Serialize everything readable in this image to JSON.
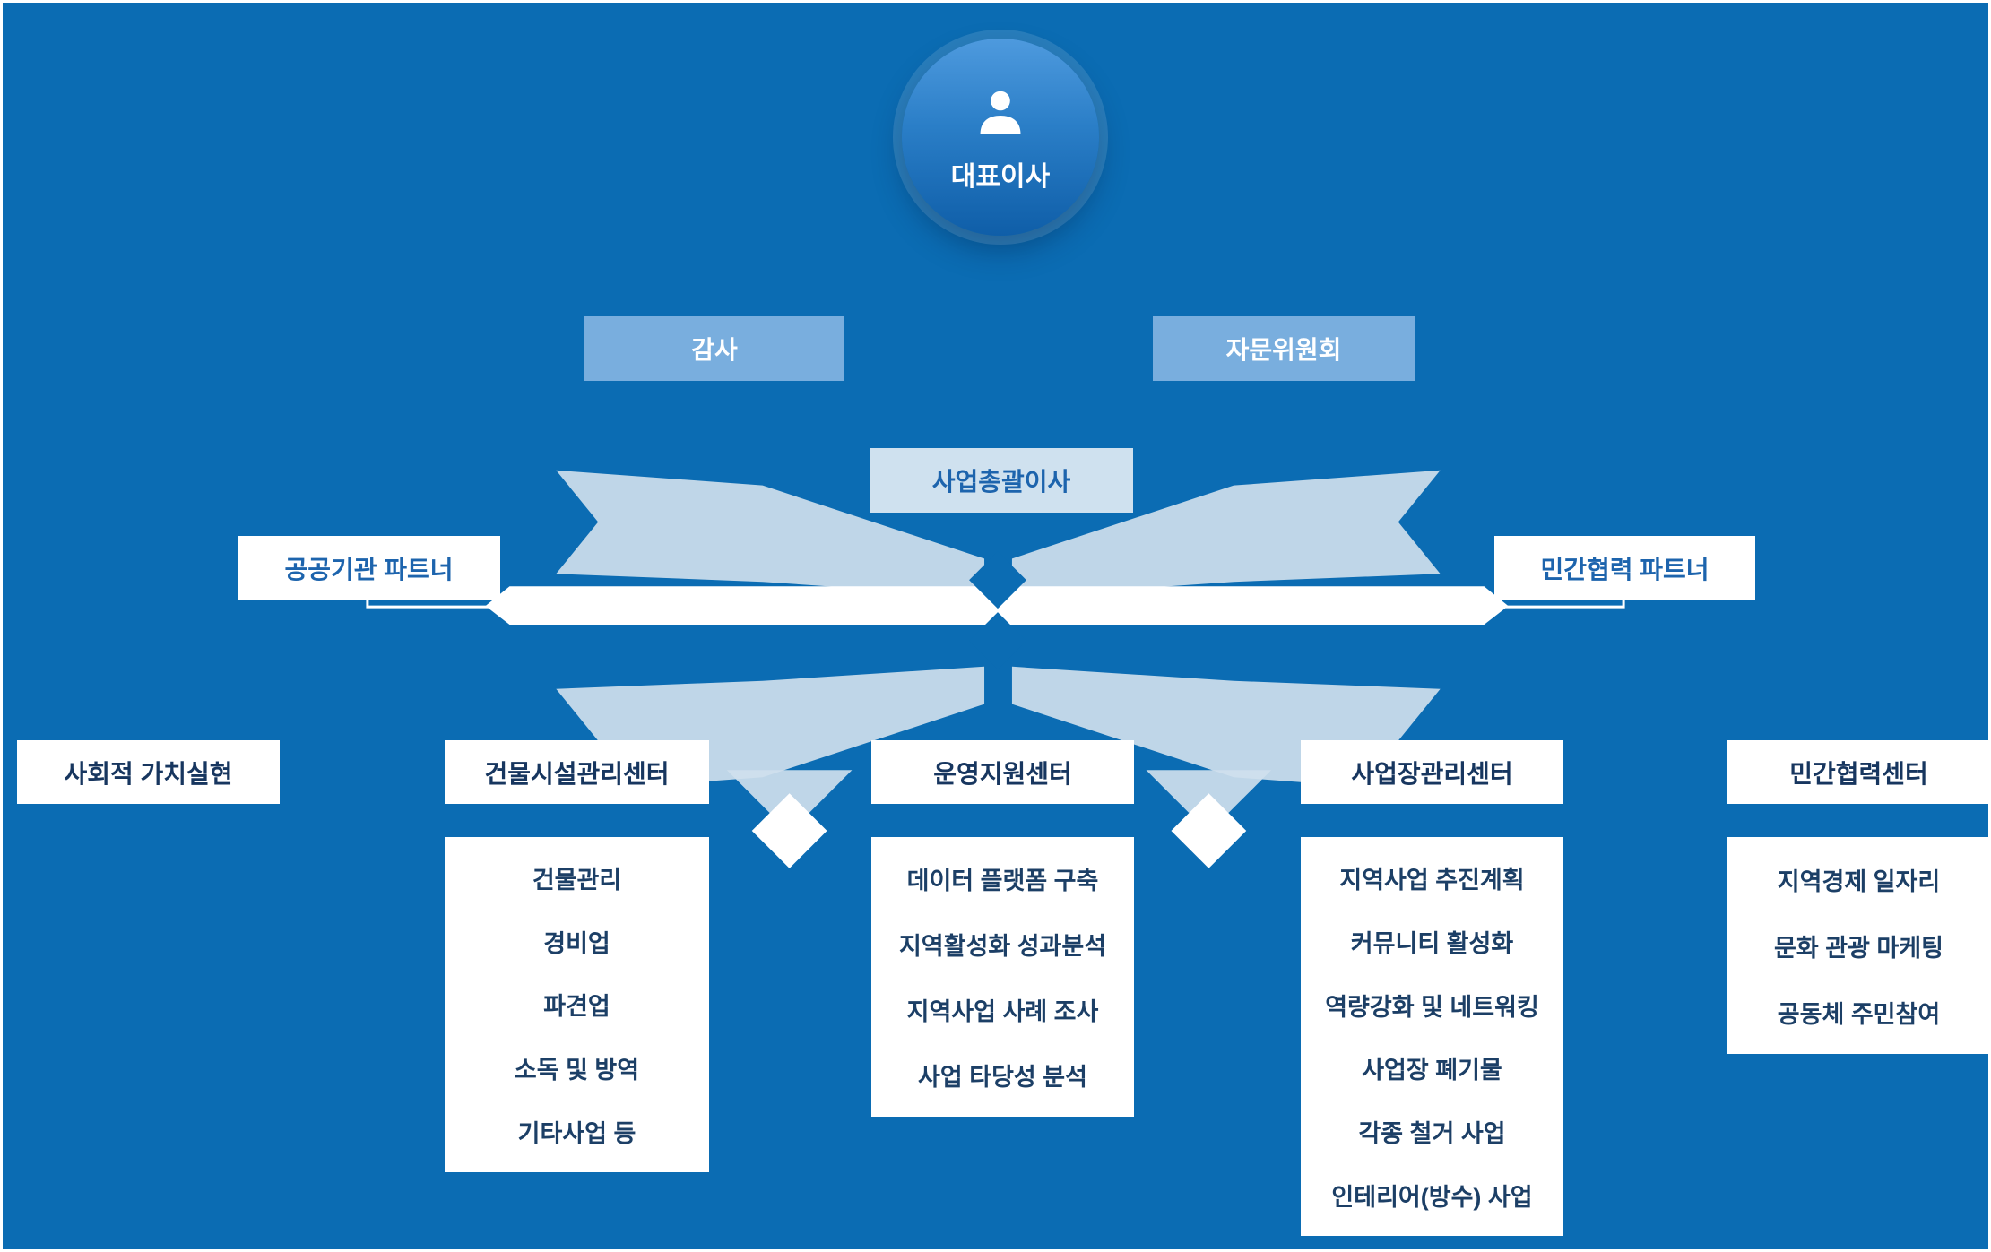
{
  "colors": {
    "background": "#0b6cb3",
    "light_box": "#79aede",
    "pale_box": "#cfe1ef",
    "white_box": "#ffffff",
    "blue_text": "#1d64ad",
    "navy_text": "#17365f",
    "ribbon": "#cfdfed"
  },
  "ceo": {
    "label": "대표이사",
    "icon": "person-icon"
  },
  "audit": {
    "label": "감사"
  },
  "advisory": {
    "label": "자문위원회"
  },
  "director": {
    "label": "사업총괄이사"
  },
  "partner_left": {
    "label": "공공기관 파트너"
  },
  "partner_right": {
    "label": "민간협력 파트너"
  },
  "centers": [
    {
      "label": "사회적 가치실현",
      "items": []
    },
    {
      "label": "건물시설관리센터",
      "items": [
        "건물관리",
        "경비업",
        "파견업",
        "소독 및 방역",
        "기타사업 등"
      ]
    },
    {
      "label": "운영지원센터",
      "items": [
        "데이터 플랫폼 구축",
        "지역활성화 성과분석",
        "지역사업 사례 조사",
        "사업 타당성 분석"
      ]
    },
    {
      "label": "사업장관리센터",
      "items": [
        "지역사업 추진계획",
        "커뮤니티 활성화",
        "역량강화 및 네트워킹",
        "사업장 폐기물",
        "각종 철거 사업",
        "인테리어(방수) 사업"
      ]
    },
    {
      "label": "민간협력센터",
      "items": [
        "지역경제 일자리",
        "문화 관광 마케팅",
        "공동체 주민참여"
      ]
    }
  ]
}
